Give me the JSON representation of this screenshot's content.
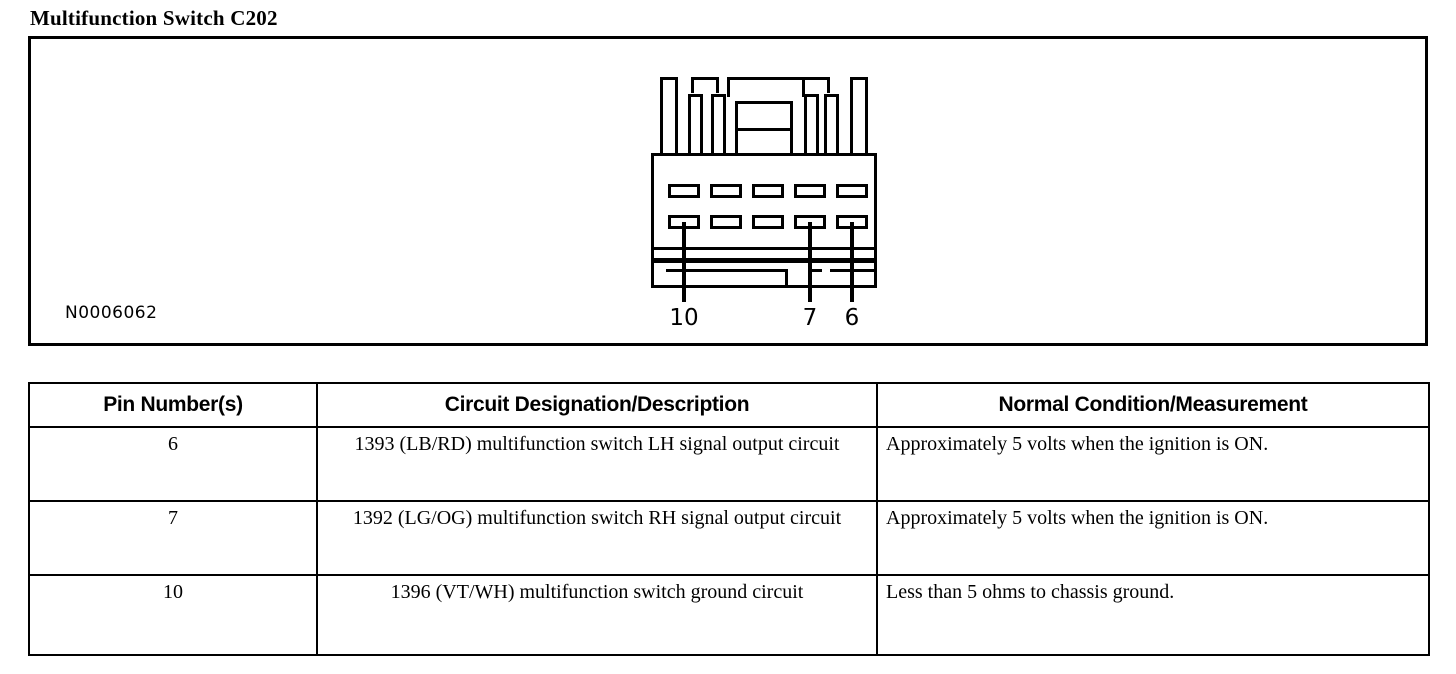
{
  "title": "Multifunction Switch C202",
  "diagram": {
    "part_number": "N0006062",
    "connector_name": "Multifunction Switch C202",
    "callouts": [
      {
        "pin": "10"
      },
      {
        "pin": "7"
      },
      {
        "pin": "6"
      }
    ]
  },
  "table": {
    "headers": {
      "pin": "Pin Number(s)",
      "description": "Circuit Designation/Description",
      "normal": "Normal Condition/Measurement"
    },
    "rows": [
      {
        "pin": "6",
        "description": "1393 (LB/RD) multifunction switch LH signal output circuit",
        "normal": "Approximately 5 volts when the ignition is ON."
      },
      {
        "pin": "7",
        "description": "1392 (LG/OG) multifunction switch RH signal output circuit",
        "normal": "Approximately 5 volts when the ignition is ON."
      },
      {
        "pin": "10",
        "description": "1396 (VT/WH) multifunction switch ground circuit",
        "normal": "Less than 5 ohms to chassis ground."
      }
    ]
  },
  "colors": {
    "ink": "#000000",
    "paper": "#ffffff"
  }
}
